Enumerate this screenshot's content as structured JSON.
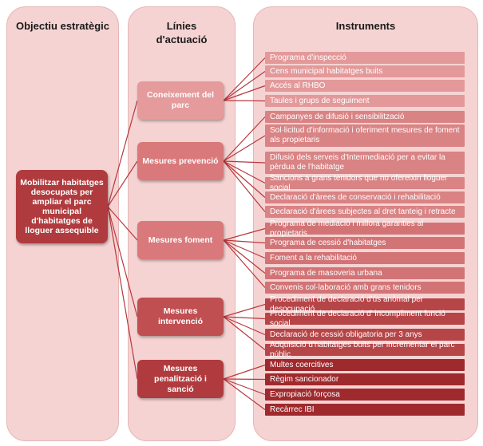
{
  "headers": {
    "objective": "Objectiu estratègic",
    "lines": "Línies d'actuació",
    "instruments": "Instruments"
  },
  "objective": "Mobilitzar habitatges desocupats per ampliar el parc municipal d'habitatges de lloguer assequible",
  "lines": [
    {
      "label": "Coneixement del parc",
      "color": "#e59a9b"
    },
    {
      "label": "Mesures prevenció",
      "color": "#d9797b"
    },
    {
      "label": "Mesures foment",
      "color": "#d9797b"
    },
    {
      "label": "Mesures intervenció",
      "color": "#c04f52"
    },
    {
      "label": "Mesures penalització i sanció",
      "color": "#b03b3e"
    }
  ],
  "instruments": [
    {
      "text": "Programa d'inspecció",
      "group": 0
    },
    {
      "text": "Cens municipal habitatges buits",
      "group": 0
    },
    {
      "text": "Accés al RHBO",
      "group": 0
    },
    {
      "text": "Taules i grups de seguiment",
      "group": 0
    },
    {
      "text": "Campanyes de difusió i sensibilització",
      "group": 1
    },
    {
      "text": "Sol·licitud d'informació i oferiment mesures de foment als propietaris",
      "group": 1
    },
    {
      "text": "Difusió dels serveis d'Intermediació per a evitar la pèrdua de l'habitatge",
      "group": 1
    },
    {
      "text": "Sancions a grans tenidors que no ofereixin lloguer social",
      "group": 1
    },
    {
      "text": "Declaració d'àrees de conservació i rehabilitació",
      "group": 1
    },
    {
      "text": "Declaració d'àrees subjectes al dret tanteig i retracte",
      "group": 1
    },
    {
      "text": "Programa de mediació i millora garanties al propietaris",
      "group": 2
    },
    {
      "text": "Programa de cessió d'habitatges",
      "group": 2
    },
    {
      "text": "Foment a la rehabilitació",
      "group": 2
    },
    {
      "text": "Programa de masoveria urbana",
      "group": 2
    },
    {
      "text": "Convenis col·laboració amb grans tenidors",
      "group": 2
    },
    {
      "text": "Procediment de declaració d'ús anòmal per desocupació",
      "group": 3
    },
    {
      "text": "Procediment de declaració d' incompliment funció social",
      "group": 3
    },
    {
      "text": "Declaració de cessió obligatoria per 3 anys",
      "group": 3
    },
    {
      "text": "Adquisició d'habitatges buits per incrementar el parc públic",
      "group": 3
    },
    {
      "text": "Multes coercitives",
      "group": 4
    },
    {
      "text": "Règim sancionador",
      "group": 4
    },
    {
      "text": "Expropiació forçosa",
      "group": 4
    },
    {
      "text": "Recàrrec IBI",
      "group": 4
    }
  ],
  "colors": {
    "column_bg": "#f6d3d3",
    "connector": "#b8383c",
    "instrument_groups": [
      "#e3999a",
      "#d98384",
      "#d27476",
      "#b64548",
      "#9e2a2e"
    ]
  }
}
